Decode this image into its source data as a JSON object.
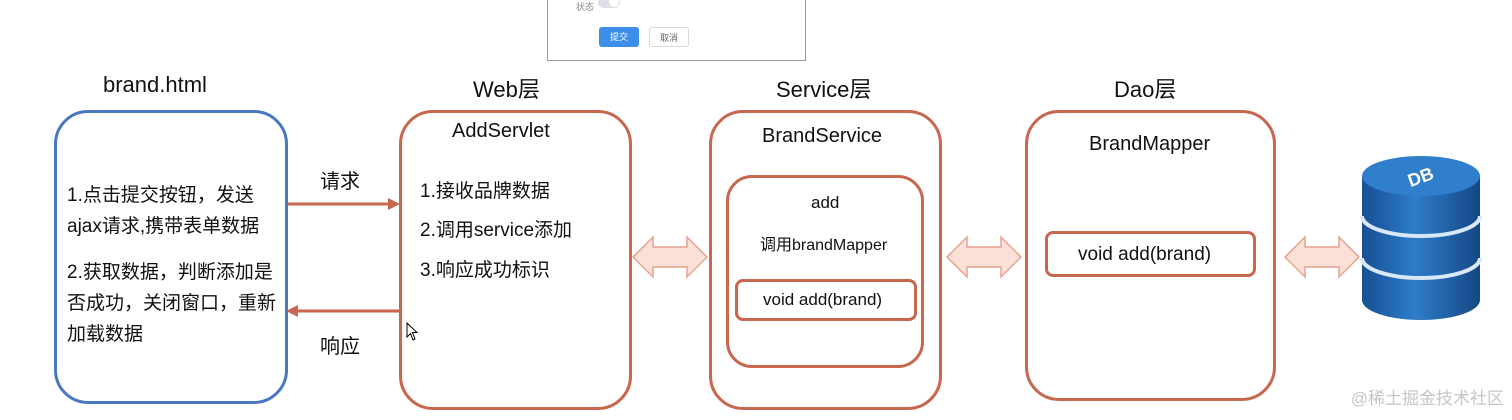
{
  "dialog": {
    "toggle_label": "状态",
    "submit_label": "提交",
    "cancel_label": "取消"
  },
  "layers": {
    "client_title": "brand.html",
    "web_title": "Web层",
    "service_title": "Service层",
    "dao_title": "Dao层"
  },
  "client": {
    "step1": "1.点击提交按钮，发送ajax请求,携带表单数据",
    "step2": "2.获取数据，判断添加是否成功，关闭窗口，重新加载数据"
  },
  "arrows": {
    "request_label": "请求",
    "response_label": "响应"
  },
  "web": {
    "name": "AddServlet",
    "steps": [
      "1.接收品牌数据",
      "2.调用service添加",
      "3.响应成功标识"
    ]
  },
  "service": {
    "name": "BrandService",
    "method": "add",
    "call": "调用brandMapper",
    "signature": "void add(brand)"
  },
  "dao": {
    "name": "BrandMapper",
    "signature": "void add(brand)"
  },
  "database": {
    "label": "DB"
  },
  "watermark": "@稀土掘金技术社区",
  "colors": {
    "client_border": "#4a78c0",
    "layer_border": "#c8664e",
    "arrow": "#c8664e",
    "double_arrow_fill": "#fbe0d8",
    "db_blue": "#1f5fa8"
  }
}
